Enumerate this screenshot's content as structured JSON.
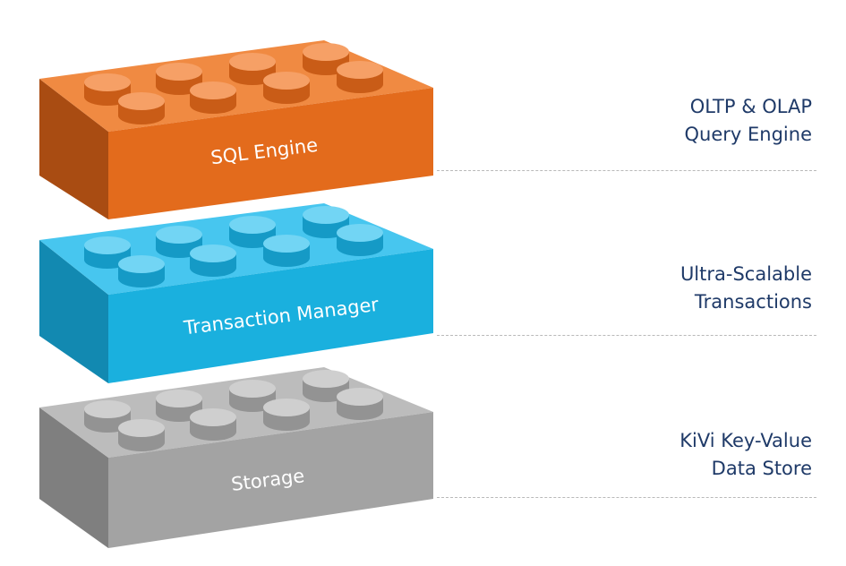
{
  "layers": [
    {
      "id": "sql",
      "label": "SQL Engine",
      "description": [
        "OLTP & OLAP",
        "Query Engine"
      ],
      "colors": {
        "front": "#e36b1c",
        "top": "#f08a42",
        "side": "#a94c12",
        "stud_top": "#f6a066",
        "stud_side": "#c95c17"
      }
    },
    {
      "id": "txn",
      "label": "Transaction Manager",
      "description": [
        "Ultra-Scalable",
        "Transactions"
      ],
      "colors": {
        "front": "#1ab0de",
        "top": "#47c6ef",
        "side": "#1289b1",
        "stud_top": "#72d5f4",
        "stud_side": "#159ac6"
      }
    },
    {
      "id": "storage",
      "label": "Storage",
      "description": [
        "KiVi Key-Value",
        "Data Store"
      ],
      "colors": {
        "front": "#a3a3a3",
        "top": "#bcbcbc",
        "side": "#7f7f7f",
        "stud_top": "#cfcfcf",
        "stud_side": "#939393"
      }
    }
  ],
  "text_color": "#1f3a68",
  "divider_color": "#b9b9b9"
}
